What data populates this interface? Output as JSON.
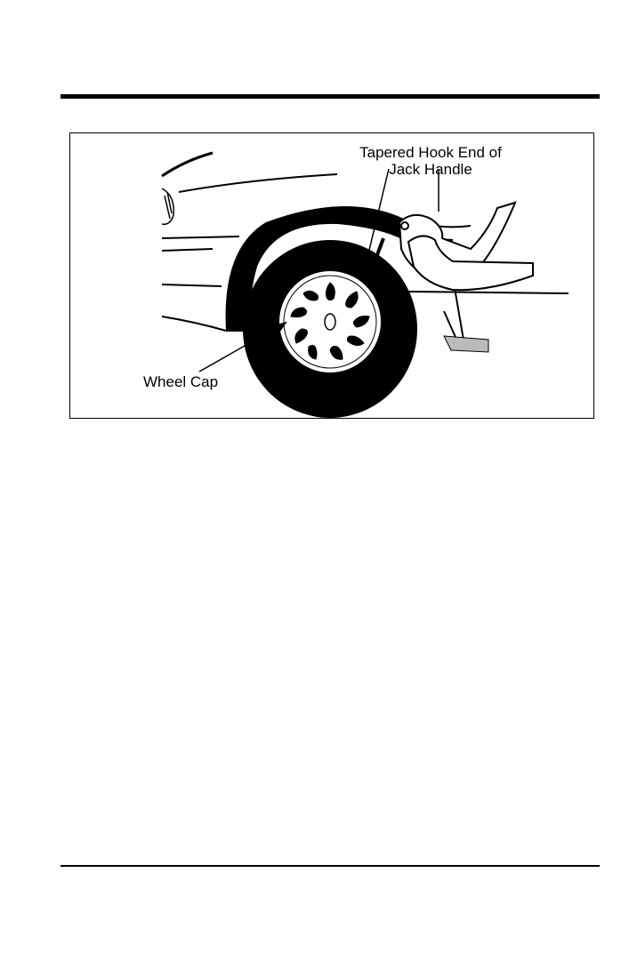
{
  "figure": {
    "callouts": {
      "hook_line1": "Tapered Hook End of",
      "hook_line2": "Jack Handle",
      "wheel_cap": "Wheel Cap"
    },
    "subject_icon": "car-wheel-illustration"
  }
}
